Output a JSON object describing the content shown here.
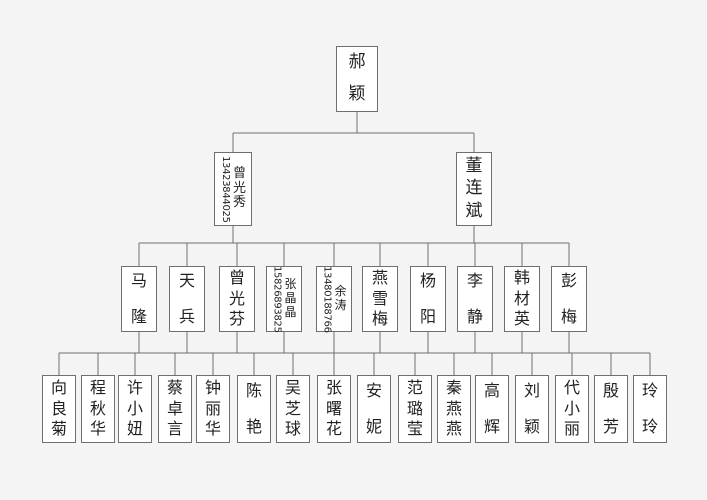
{
  "root": {
    "chars": [
      "郝",
      "颖"
    ]
  },
  "gen2": [
    {
      "chars": [
        "曾",
        "光",
        "秀"
      ],
      "phone": "13423844025"
    },
    {
      "chars": [
        "董",
        "连",
        "斌"
      ]
    }
  ],
  "gen3": [
    {
      "chars": [
        "马",
        "隆"
      ]
    },
    {
      "chars": [
        "天",
        "兵"
      ]
    },
    {
      "chars": [
        "曾",
        "光",
        "芬"
      ]
    },
    {
      "chars": [
        "张",
        "晶",
        "晶"
      ],
      "phone": "15826893825"
    },
    {
      "chars": [
        "余",
        "涛"
      ],
      "phone": "13480188766"
    },
    {
      "chars": [
        "燕",
        "雪",
        "梅"
      ]
    },
    {
      "chars": [
        "杨",
        "阳"
      ]
    },
    {
      "chars": [
        "李",
        "静"
      ]
    },
    {
      "chars": [
        "韩",
        "材",
        "英"
      ]
    },
    {
      "chars": [
        "彭",
        "梅"
      ]
    }
  ],
  "gen4": [
    {
      "chars": [
        "向",
        "良",
        "菊"
      ]
    },
    {
      "chars": [
        "程",
        "秋",
        "华"
      ]
    },
    {
      "chars": [
        "许",
        "小",
        "妞"
      ]
    },
    {
      "chars": [
        "蔡",
        "卓",
        "言"
      ]
    },
    {
      "chars": [
        "钟",
        "丽",
        "华"
      ]
    },
    {
      "chars": [
        "陈",
        "艳"
      ]
    },
    {
      "chars": [
        "吴",
        "芝",
        "球"
      ]
    },
    {
      "chars": [
        "张",
        "曙",
        "花"
      ]
    },
    {
      "chars": [
        "安",
        "妮"
      ]
    },
    {
      "chars": [
        "范",
        "璐",
        "莹"
      ]
    },
    {
      "chars": [
        "秦",
        "燕",
        "燕"
      ]
    },
    {
      "chars": [
        "高",
        "辉"
      ]
    },
    {
      "chars": [
        "刘",
        "颖"
      ]
    },
    {
      "chars": [
        "代",
        "小",
        "丽"
      ]
    },
    {
      "chars": [
        "殷",
        "芳"
      ]
    },
    {
      "chars": [
        "玲",
        "玲"
      ]
    }
  ],
  "colors": {
    "line": "#6f6f6f",
    "box_border": "#6f6f6f",
    "box_fill": "#ffffff",
    "background": "#f4f4f4"
  }
}
